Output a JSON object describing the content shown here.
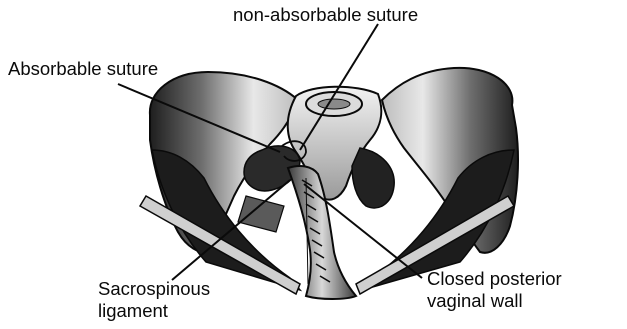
{
  "labels": {
    "non_absorbable": "non-absorbable suture",
    "absorbable": "Absorbable suture",
    "sacrospinous_line1": "Sacrospinous",
    "sacrospinous_line2": "ligament",
    "closed_line1": "Closed posterior",
    "closed_line2": "vaginal wall"
  },
  "colors": {
    "ink": "#0a0a0a",
    "bone": "#efefef",
    "shadow": "#2a2a2a",
    "background": "#ffffff"
  }
}
